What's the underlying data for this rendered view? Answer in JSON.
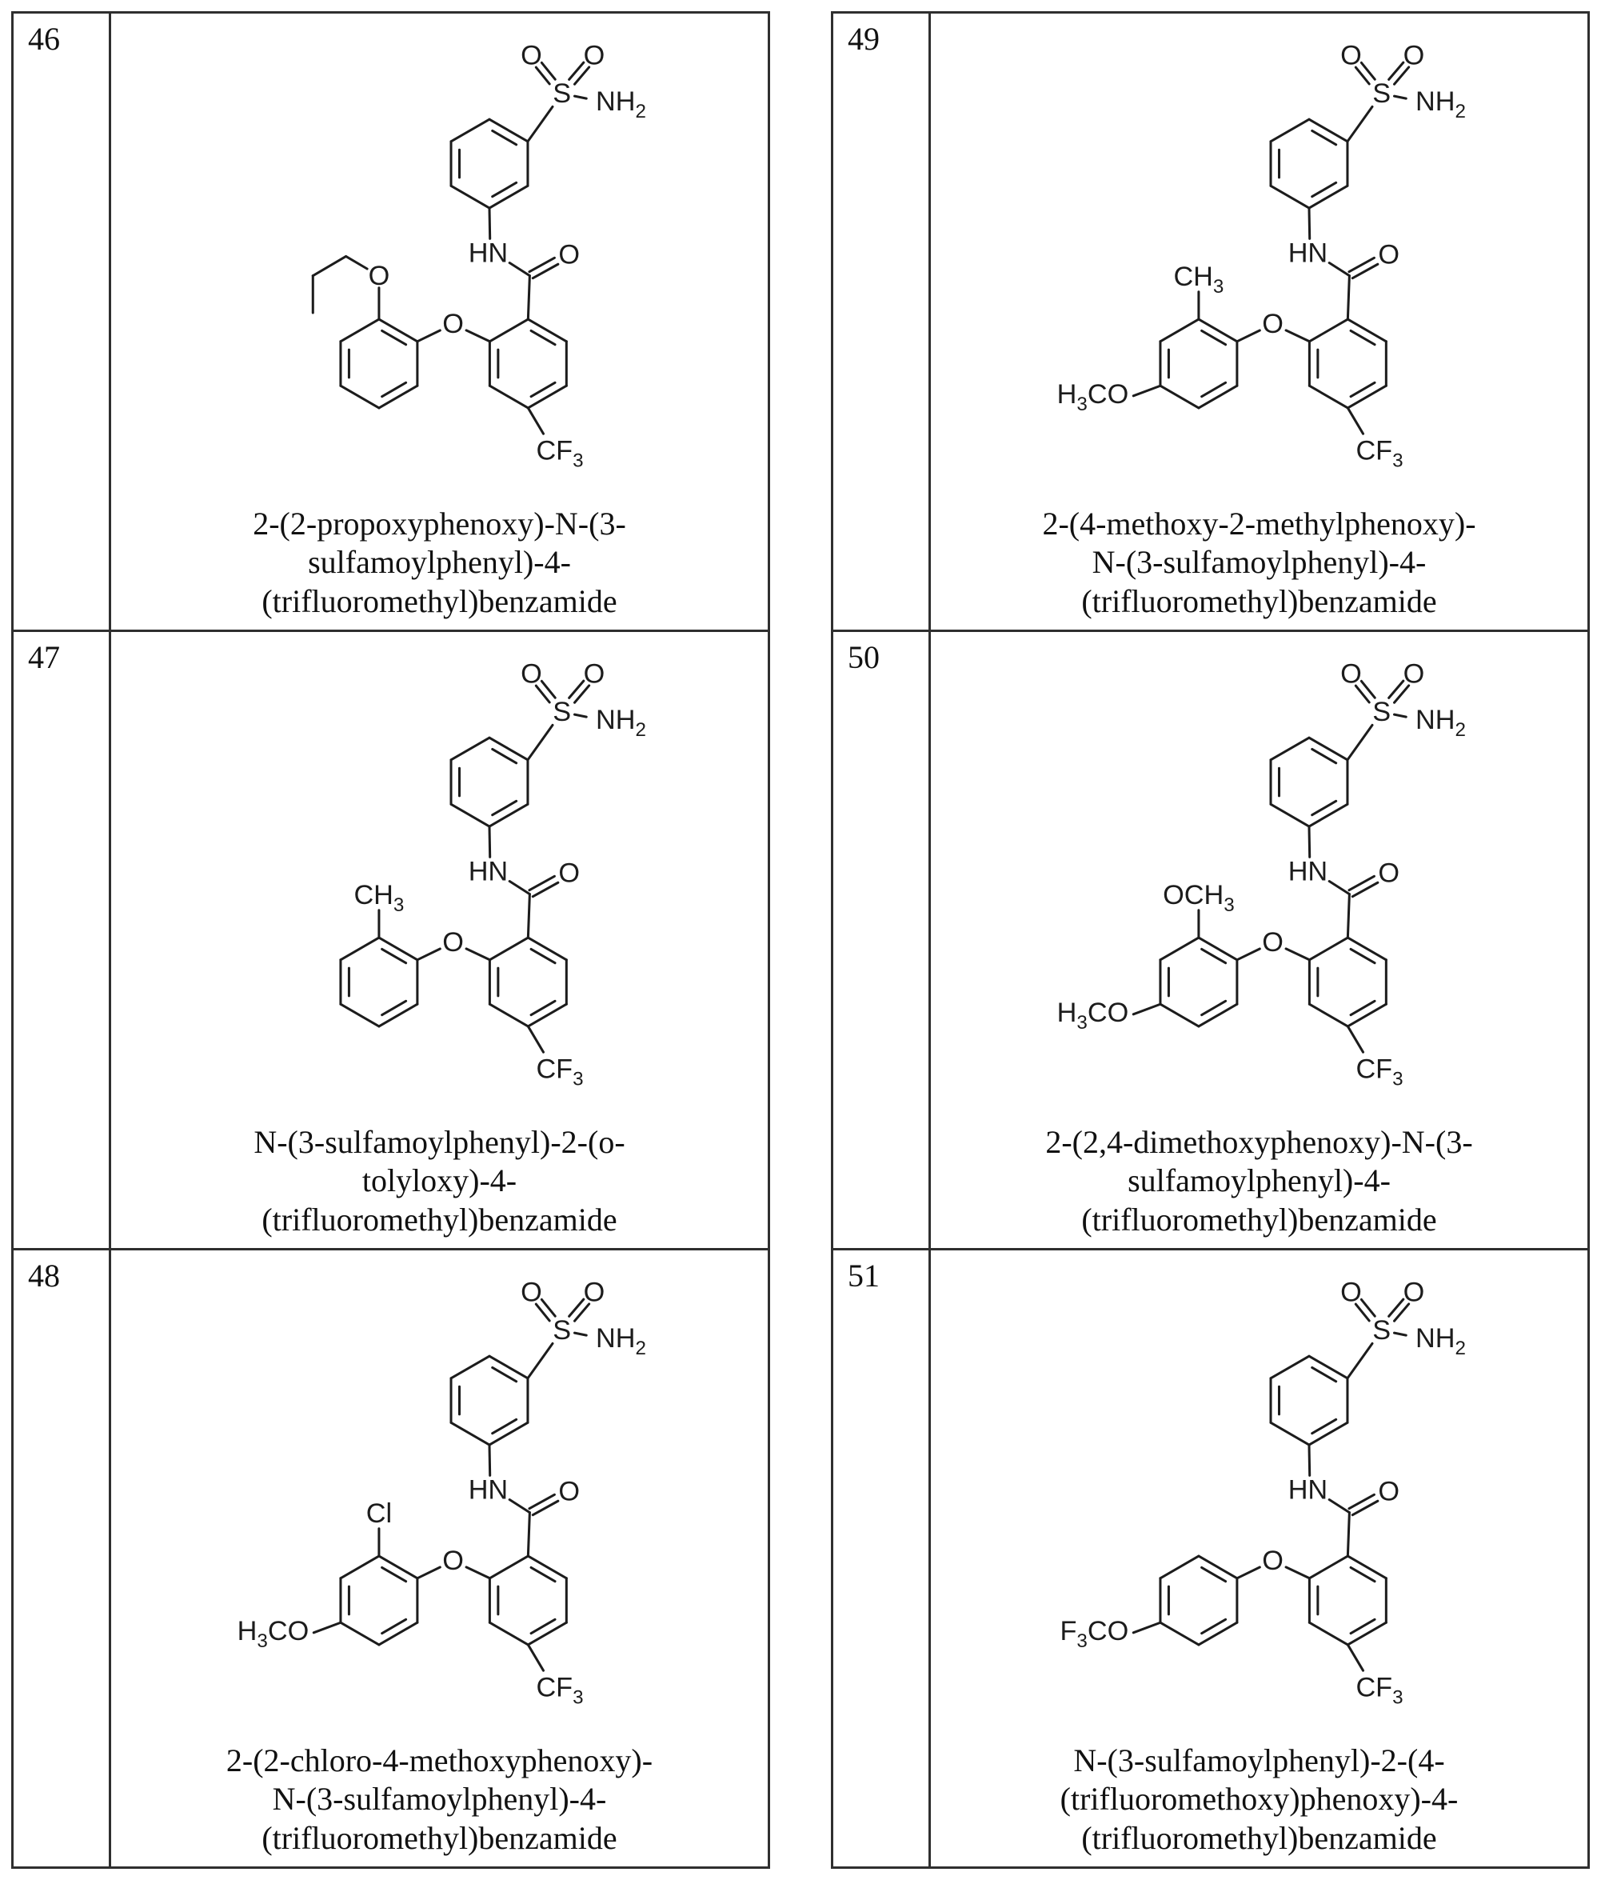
{
  "page": {
    "background": "#ffffff",
    "ink": "#1c1c1c",
    "border_color": "#2f2f2f"
  },
  "scaffold_labels": {
    "sulfonyl_o_left": "O",
    "sulfonyl_o_right": "O",
    "sulfur": "S",
    "sulfonamide_nh2": "NH2",
    "amide_hn": "HN",
    "amide_o": "O",
    "ether_o": "O",
    "cf3": "CF3"
  },
  "compounds": [
    {
      "number": "46",
      "name_lines": [
        "2-(2-propoxyphenoxy)-N-(3-",
        "sulfamoylphenyl)-4-",
        "(trifluoromethyl)benzamide"
      ],
      "structure": {
        "ortho": {
          "type": "propoxy",
          "o_label": "O"
        },
        "para": null
      }
    },
    {
      "number": "47",
      "name_lines": [
        "N-(3-sulfamoylphenyl)-2-(o-",
        "tolyloxy)-4-",
        "(trifluoromethyl)benzamide"
      ],
      "structure": {
        "ortho": {
          "type": "label",
          "text": "CH3"
        },
        "para": null
      }
    },
    {
      "number": "48",
      "name_lines": [
        "2-(2-chloro-4-methoxyphenoxy)-",
        "N-(3-sulfamoylphenyl)-4-",
        "(trifluoromethyl)benzamide"
      ],
      "structure": {
        "ortho": {
          "type": "label",
          "text": "Cl"
        },
        "para": {
          "text": "H3CO"
        }
      }
    },
    {
      "number": "49",
      "name_lines": [
        "2-(4-methoxy-2-methylphenoxy)-",
        "N-(3-sulfamoylphenyl)-4-",
        "(trifluoromethyl)benzamide"
      ],
      "structure": {
        "ortho": {
          "type": "label",
          "text": "CH3"
        },
        "para": {
          "text": "H3CO"
        }
      }
    },
    {
      "number": "50",
      "name_lines": [
        "2-(2,4-dimethoxyphenoxy)-N-(3-",
        "sulfamoylphenyl)-4-",
        "(trifluoromethyl)benzamide"
      ],
      "structure": {
        "ortho": {
          "type": "label",
          "text": "OCH3"
        },
        "para": {
          "text": "H3CO"
        }
      }
    },
    {
      "number": "51",
      "name_lines": [
        "N-(3-sulfamoylphenyl)-2-(4-",
        "(trifluoromethoxy)phenoxy)-4-",
        "(trifluoromethyl)benzamide"
      ],
      "structure": {
        "ortho": null,
        "para": {
          "text": "F3CO"
        }
      }
    }
  ]
}
